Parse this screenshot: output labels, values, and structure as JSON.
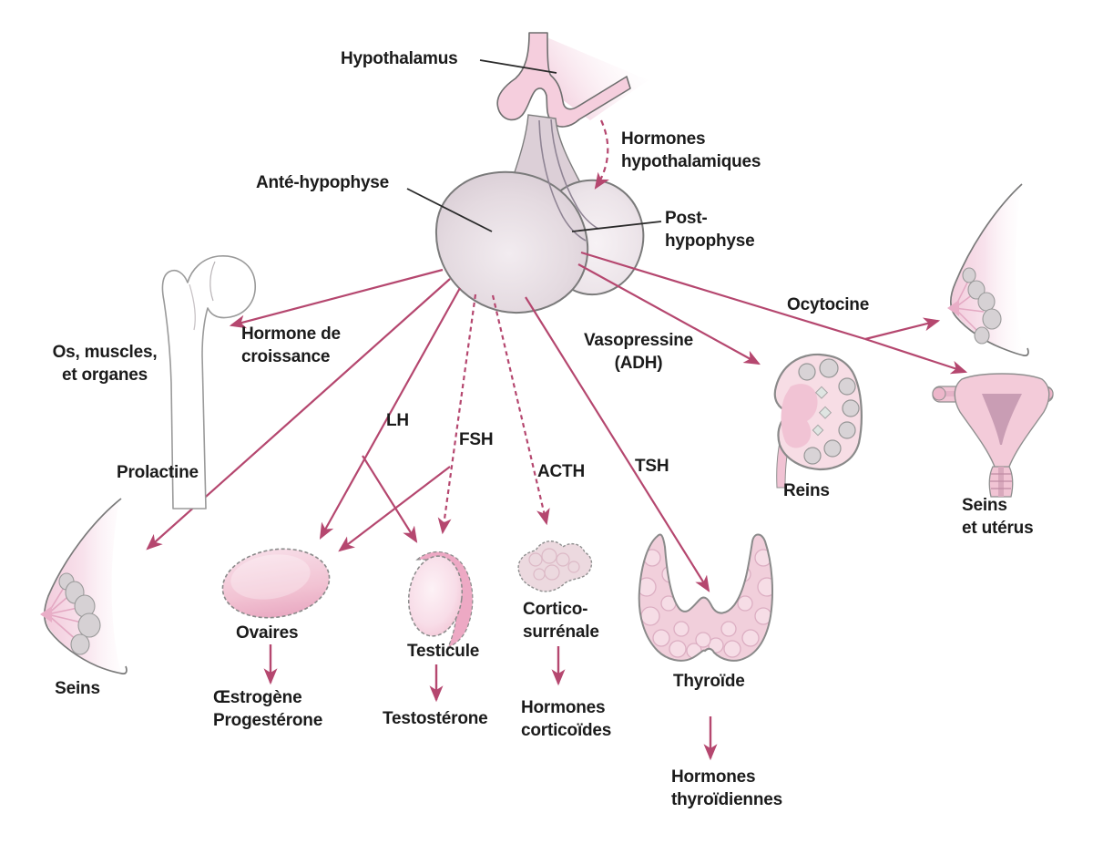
{
  "labels": {
    "hypothalamus": "Hypothalamus",
    "ante_hypophyse": "Anté-hypophyse",
    "hormones_hypothalamiques": "Hormones\nhypothalamiques",
    "post_hypophyse": "Post-\nhypophyse",
    "hormone_croissance": "Hormone de\ncroissance",
    "os_muscles_organes": "Os, muscles,\net organes",
    "prolactine": "Prolactine",
    "lh": "LH",
    "fsh": "FSH",
    "acth": "ACTH",
    "tsh": "TSH",
    "vasopressine_adh": "Vasopressine\n(ADH)",
    "ocytocine": "Ocytocine",
    "seins": "Seins",
    "ovaires": "Ovaires",
    "oestrogene_progesterone": "Œstrogène\nProgestérone",
    "testicule": "Testicule",
    "testosterone": "Testostérone",
    "cortico_surrenale": "Cortico-\nsurrénale",
    "hormones_corticoides": "Hormones\ncorticoïdes",
    "thyroide": "Thyroïde",
    "hormones_thyroidiennes": "Hormones\nthyroïdiennes",
    "reins": "Reins",
    "seins_et_uterus": "Seins\net utérus"
  },
  "colors": {
    "arrow": "#b5476f",
    "text": "#1b1b1b",
    "leader_line": "#2a2a2a",
    "pink_light": "#f5cedd",
    "pink_mid": "#f0bfd0",
    "gland_gray": "#d7cad2",
    "outline_gray": "#7d7d7d",
    "background": "#ffffff"
  },
  "relations": [
    {
      "hormone": "Hormones hypothalamiques",
      "from": "Hypothalamus",
      "to": "Post-hypophyse"
    },
    {
      "hormone": "Hormone de croissance",
      "from": "Anté-hypophyse",
      "to": "Os, muscles, et organes"
    },
    {
      "hormone": "Prolactine",
      "from": "Anté-hypophyse",
      "to": "Seins"
    },
    {
      "hormone": "LH",
      "from": "Anté-hypophyse",
      "to": [
        "Ovaires",
        "Testicule"
      ]
    },
    {
      "hormone": "FSH",
      "from": "Anté-hypophyse",
      "to": [
        "Ovaires",
        "Testicule"
      ]
    },
    {
      "hormone": "ACTH",
      "from": "Anté-hypophyse",
      "to": "Cortico-surrénale"
    },
    {
      "hormone": "TSH",
      "from": "Anté-hypophyse",
      "to": "Thyroïde"
    },
    {
      "hormone": "Vasopressine (ADH)",
      "from": "Post-hypophyse",
      "to": "Reins"
    },
    {
      "hormone": "Ocytocine",
      "from": "Post-hypophyse",
      "to": "Seins et utérus"
    },
    {
      "hormone": "Œstrogène Progestérone",
      "from": "Ovaires"
    },
    {
      "hormone": "Testostérone",
      "from": "Testicule"
    },
    {
      "hormone": "Hormones corticoïdes",
      "from": "Cortico-surrénale"
    },
    {
      "hormone": "Hormones thyroïdiennes",
      "from": "Thyroïde"
    }
  ],
  "organs_depicted": [
    "hypothalamus",
    "ante-hypophyse",
    "post-hypophyse",
    "os-femur",
    "sein-gauche",
    "ovaire",
    "testicule",
    "cortico-surrenale",
    "thyroide",
    "rein",
    "sein-droit",
    "uterus"
  ]
}
